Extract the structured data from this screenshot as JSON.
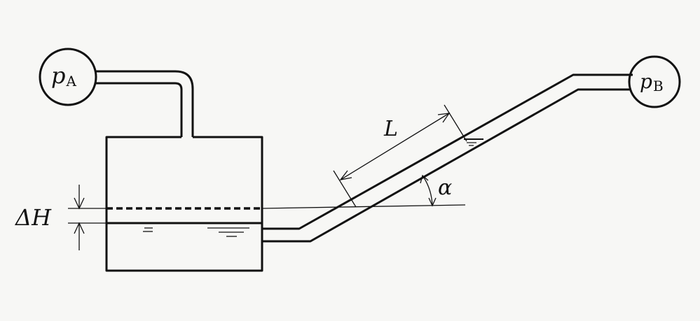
{
  "gauges": {
    "a": {
      "symbol": "p",
      "subscript": "A"
    },
    "b": {
      "symbol": "p",
      "subscript": "B"
    }
  },
  "labels": {
    "length": "L",
    "angle": "α",
    "level_change": "ΔH"
  },
  "colors": {
    "ink": "#111111",
    "paper": "#f7f7f5"
  }
}
